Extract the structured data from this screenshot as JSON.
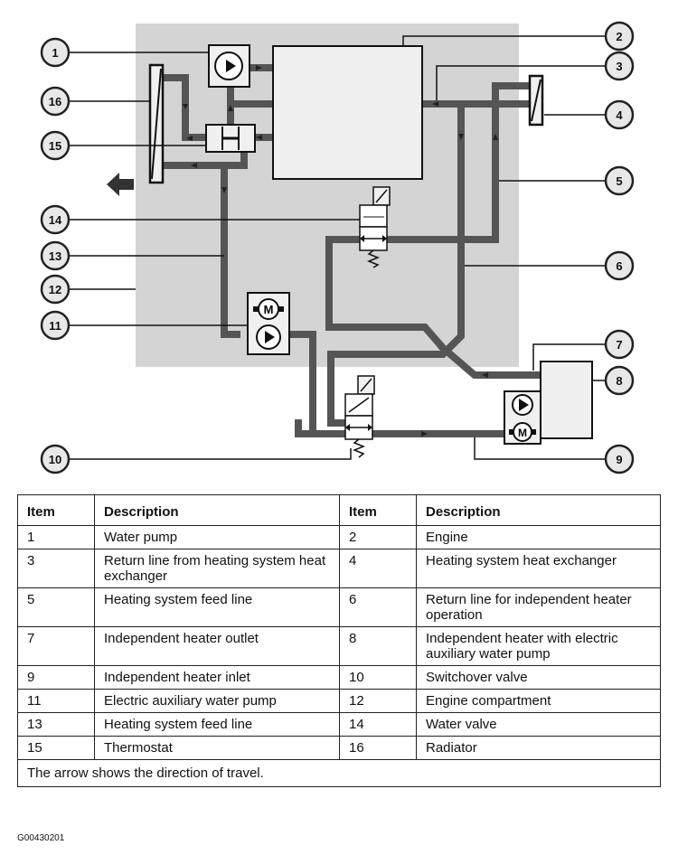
{
  "callouts": [
    "1",
    "2",
    "3",
    "4",
    "5",
    "6",
    "7",
    "8",
    "9",
    "10",
    "11",
    "12",
    "13",
    "14",
    "15",
    "16"
  ],
  "pump_motor_label": "M",
  "table": {
    "headers": [
      "Item",
      "Description",
      "Item",
      "Description"
    ],
    "rows": [
      [
        "1",
        "Water pump",
        "2",
        "Engine"
      ],
      [
        "3",
        "Return line from heating system heat exchanger",
        "4",
        "Heating system heat exchanger"
      ],
      [
        "5",
        "Heating system feed line",
        "6",
        "Return line for independent heater operation"
      ],
      [
        "7",
        "Independent heater outlet",
        "8",
        "Independent heater with electric auxiliary water pump"
      ],
      [
        "9",
        "Independent heater inlet",
        "10",
        "Switchover valve"
      ],
      [
        "11",
        "Electric auxiliary water pump",
        "12",
        "Engine compartment"
      ],
      [
        "13",
        "Heating system feed line",
        "14",
        "Water valve"
      ],
      [
        "15",
        "Thermostat",
        "16",
        "Radiator"
      ]
    ],
    "note": "The arrow shows the direction of travel."
  },
  "figure_code": "G00430201",
  "colors": {
    "engine_compartment": "#d4d4d4",
    "pipe": "#555555",
    "component_fill": "#f0f0f0"
  }
}
